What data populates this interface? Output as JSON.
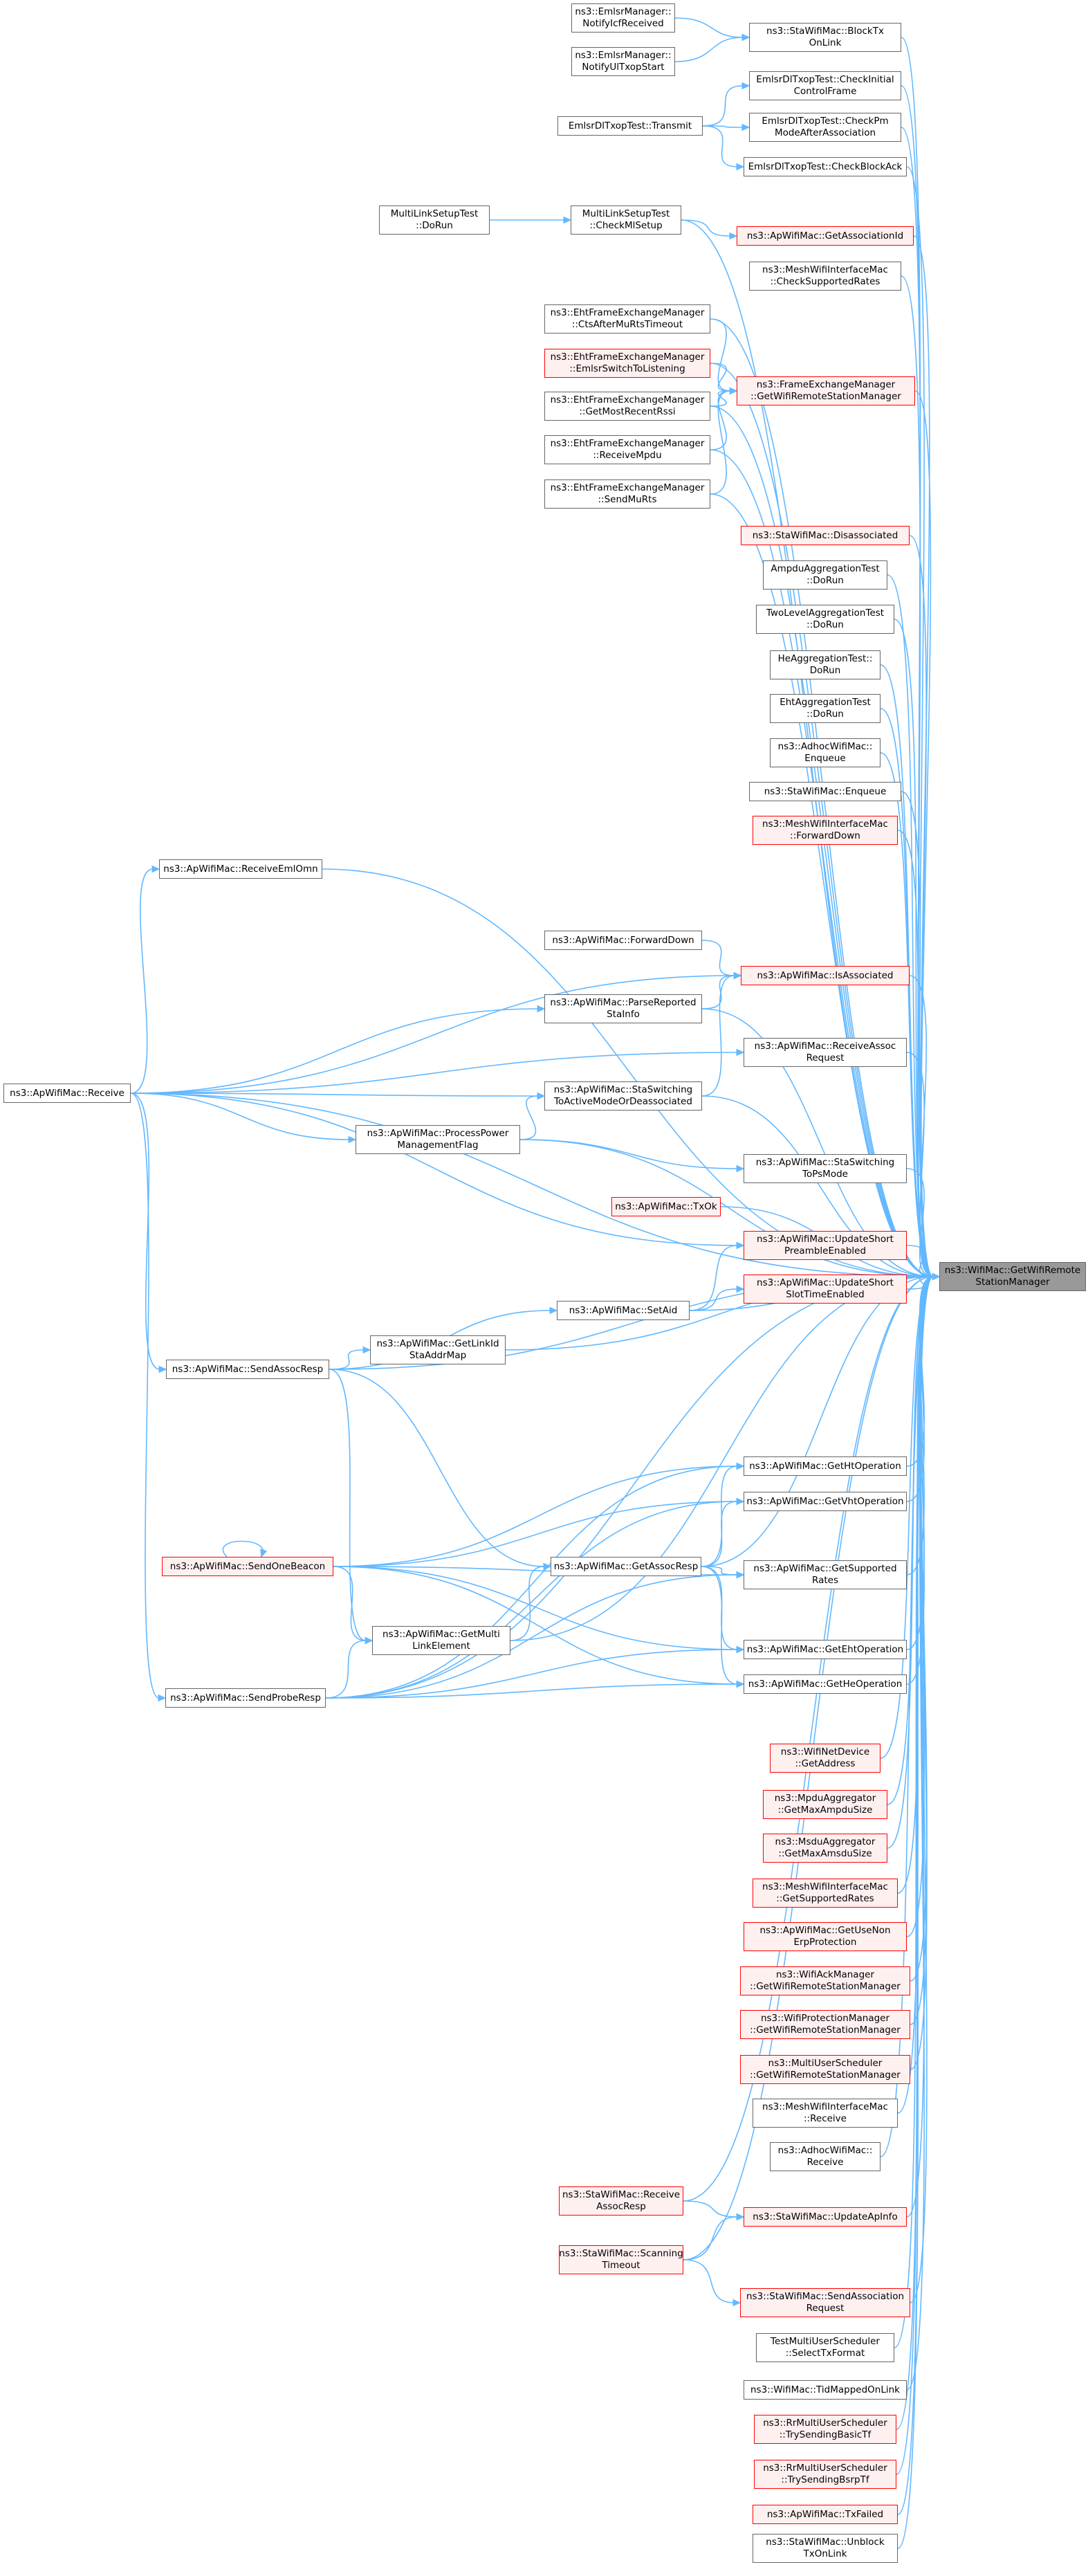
{
  "colors": {
    "edge": "#63b8ff",
    "node_border": "#666666",
    "red_border": "#ff0000",
    "red_fill": "#fff0f0",
    "root_fill": "#999999"
  },
  "root": {
    "id": "root",
    "lines": [
      "ns3::WifiMac::GetWifiRemote",
      "StationManager"
    ]
  },
  "nodes": [
    {
      "id": "n_sta_blocktx",
      "lines": [
        "ns3::StaWifiMac::BlockTx",
        "OnLink"
      ],
      "red": false
    },
    {
      "id": "n_emlsr_notifyicf",
      "lines": [
        "ns3::EmlsrManager::",
        "NotifyIcfReceived"
      ],
      "red": false
    },
    {
      "id": "n_emlsr_notifyul",
      "lines": [
        "ns3::EmlsrManager::",
        "NotifyUlTxopStart"
      ],
      "red": false
    },
    {
      "id": "n_emlsr_checkinitial",
      "lines": [
        "EmlsrDlTxopTest::CheckInitial",
        "ControlFrame"
      ],
      "red": false
    },
    {
      "id": "n_emlsr_checkpm",
      "lines": [
        "EmlsrDlTxopTest::CheckPm",
        "ModeAfterAssociation"
      ],
      "red": false
    },
    {
      "id": "n_emlsr_transmit",
      "lines": [
        "EmlsrDlTxopTest::Transmit"
      ],
      "red": false
    },
    {
      "id": "n_emlsr_checkblockack",
      "lines": [
        "EmlsrDlTxopTest::CheckBlockAck"
      ],
      "red": false
    },
    {
      "id": "n_mls_dorun",
      "lines": [
        "MultiLinkSetupTest",
        "::DoRun"
      ],
      "red": false
    },
    {
      "id": "n_mls_checkml",
      "lines": [
        "MultiLinkSetupTest",
        "::CheckMlSetup"
      ],
      "red": false
    },
    {
      "id": "n_ap_getassocid",
      "lines": [
        "ns3::ApWifiMac::GetAssociationId"
      ],
      "red": true
    },
    {
      "id": "n_mesh_checkrates",
      "lines": [
        "ns3::MeshWifiInterfaceMac",
        "::CheckSupportedRates"
      ],
      "red": false
    },
    {
      "id": "n_eht_cts",
      "lines": [
        "ns3::EhtFrameExchangeManager",
        "::CtsAfterMuRtsTimeout"
      ],
      "red": false
    },
    {
      "id": "n_eht_emlsr",
      "lines": [
        "ns3::EhtFrameExchangeManager",
        "::EmlsrSwitchToListening"
      ],
      "red": true
    },
    {
      "id": "n_fem_getwifi",
      "lines": [
        "ns3::FrameExchangeManager",
        "::GetWifiRemoteStationManager"
      ],
      "red": true
    },
    {
      "id": "n_eht_getrssi",
      "lines": [
        "ns3::EhtFrameExchangeManager",
        "::GetMostRecentRssi"
      ],
      "red": false
    },
    {
      "id": "n_eht_receivempdu",
      "lines": [
        "ns3::EhtFrameExchangeManager",
        "::ReceiveMpdu"
      ],
      "red": false
    },
    {
      "id": "n_eht_sendmurts",
      "lines": [
        "ns3::EhtFrameExchangeManager",
        "::SendMuRts"
      ],
      "red": false
    },
    {
      "id": "n_sta_disassociated",
      "lines": [
        "ns3::StaWifiMac::Disassociated"
      ],
      "red": true
    },
    {
      "id": "n_ampdu_dorun",
      "lines": [
        "AmpduAggregationTest",
        "::DoRun"
      ],
      "red": false
    },
    {
      "id": "n_twolevel_dorun",
      "lines": [
        "TwoLevelAggregationTest",
        "::DoRun"
      ],
      "red": false
    },
    {
      "id": "n_he_dorun",
      "lines": [
        "HeAggregationTest::",
        "DoRun"
      ],
      "red": false
    },
    {
      "id": "n_eht_dorun",
      "lines": [
        "EhtAggregationTest",
        "::DoRun"
      ],
      "red": false
    },
    {
      "id": "n_adhoc_enqueue",
      "lines": [
        "ns3::AdhocWifiMac::",
        "Enqueue"
      ],
      "red": false
    },
    {
      "id": "n_sta_enqueue",
      "lines": [
        "ns3::StaWifiMac::Enqueue"
      ],
      "red": false
    },
    {
      "id": "n_mesh_forwarddown",
      "lines": [
        "ns3::MeshWifiInterfaceMac",
        "::ForwardDown"
      ],
      "red": true
    },
    {
      "id": "n_ap_receiveemlomn",
      "lines": [
        "ns3::ApWifiMac::ReceiveEmlOmn"
      ],
      "red": false
    },
    {
      "id": "n_ap_forwarddown",
      "lines": [
        "ns3::ApWifiMac::ForwardDown"
      ],
      "red": false
    },
    {
      "id": "n_ap_isassociated",
      "lines": [
        "ns3::ApWifiMac::IsAssociated"
      ],
      "red": true
    },
    {
      "id": "n_ap_parsereported",
      "lines": [
        "ns3::ApWifiMac::ParseReported",
        "StaInfo"
      ],
      "red": false
    },
    {
      "id": "n_ap_receiveassoc",
      "lines": [
        "ns3::ApWifiMac::ReceiveAssoc",
        "Request"
      ],
      "red": false
    },
    {
      "id": "n_ap_receive",
      "lines": [
        "ns3::ApWifiMac::Receive"
      ],
      "red": false
    },
    {
      "id": "n_ap_staswitchactive",
      "lines": [
        "ns3::ApWifiMac::StaSwitching",
        "ToActiveModeOrDeassociated"
      ],
      "red": false
    },
    {
      "id": "n_ap_processpower",
      "lines": [
        "ns3::ApWifiMac::ProcessPower",
        "ManagementFlag"
      ],
      "red": false
    },
    {
      "id": "n_ap_staswitchps",
      "lines": [
        "ns3::ApWifiMac::StaSwitching",
        "ToPsMode"
      ],
      "red": false
    },
    {
      "id": "n_ap_txok",
      "lines": [
        "ns3::ApWifiMac::TxOk"
      ],
      "red": true
    },
    {
      "id": "n_ap_updateshortpre",
      "lines": [
        "ns3::ApWifiMac::UpdateShort",
        "PreambleEnabled"
      ],
      "red": true
    },
    {
      "id": "n_ap_updateshortslot",
      "lines": [
        "ns3::ApWifiMac::UpdateShort",
        "SlotTimeEnabled"
      ],
      "red": true
    },
    {
      "id": "n_ap_setaid",
      "lines": [
        "ns3::ApWifiMac::SetAid"
      ],
      "red": false
    },
    {
      "id": "n_ap_getlinkid",
      "lines": [
        "ns3::ApWifiMac::GetLinkId",
        "StaAddrMap"
      ],
      "red": false
    },
    {
      "id": "n_ap_sendassocresp",
      "lines": [
        "ns3::ApWifiMac::SendAssocResp"
      ],
      "red": false
    },
    {
      "id": "n_ap_gethtop",
      "lines": [
        "ns3::ApWifiMac::GetHtOperation"
      ],
      "red": false
    },
    {
      "id": "n_ap_getvhtop",
      "lines": [
        "ns3::ApWifiMac::GetVhtOperation"
      ],
      "red": false
    },
    {
      "id": "n_ap_sendonebeacon",
      "lines": [
        "ns3::ApWifiMac::SendOneBeacon"
      ],
      "red": true
    },
    {
      "id": "n_ap_getassocresp",
      "lines": [
        "ns3::ApWifiMac::GetAssocResp"
      ],
      "red": false
    },
    {
      "id": "n_ap_getsupported",
      "lines": [
        "ns3::ApWifiMac::GetSupported",
        "Rates"
      ],
      "red": false
    },
    {
      "id": "n_ap_getmultilink",
      "lines": [
        "ns3::ApWifiMac::GetMulti",
        "LinkElement"
      ],
      "red": false
    },
    {
      "id": "n_ap_getehtop",
      "lines": [
        "ns3::ApWifiMac::GetEhtOperation"
      ],
      "red": false
    },
    {
      "id": "n_ap_sendproberesp",
      "lines": [
        "ns3::ApWifiMac::SendProbeResp"
      ],
      "red": false
    },
    {
      "id": "n_ap_getheop",
      "lines": [
        "ns3::ApWifiMac::GetHeOperation"
      ],
      "red": false
    },
    {
      "id": "n_wifinet_getaddress",
      "lines": [
        "ns3::WifiNetDevice",
        "::GetAddress"
      ],
      "red": true
    },
    {
      "id": "n_mpdu_getmax",
      "lines": [
        "ns3::MpduAggregator",
        "::GetMaxAmpduSize"
      ],
      "red": true
    },
    {
      "id": "n_msdu_getmax",
      "lines": [
        "ns3::MsduAggregator",
        "::GetMaxAmsduSize"
      ],
      "red": true
    },
    {
      "id": "n_mesh_getrates",
      "lines": [
        "ns3::MeshWifiInterfaceMac",
        "::GetSupportedRates"
      ],
      "red": true
    },
    {
      "id": "n_ap_getusenonerp",
      "lines": [
        "ns3::ApWifiMac::GetUseNon",
        "ErpProtection"
      ],
      "red": true
    },
    {
      "id": "n_wifiack_getwifi",
      "lines": [
        "ns3::WifiAckManager",
        "::GetWifiRemoteStationManager"
      ],
      "red": true
    },
    {
      "id": "n_wifiprot_getwifi",
      "lines": [
        "ns3::WifiProtectionManager",
        "::GetWifiRemoteStationManager"
      ],
      "red": true
    },
    {
      "id": "n_multiuser_getwifi",
      "lines": [
        "ns3::MultiUserScheduler",
        "::GetWifiRemoteStationManager"
      ],
      "red": true
    },
    {
      "id": "n_mesh_receive",
      "lines": [
        "ns3::MeshWifiInterfaceMac",
        "::Receive"
      ],
      "red": false
    },
    {
      "id": "n_adhoc_receive",
      "lines": [
        "ns3::AdhocWifiMac::",
        "Receive"
      ],
      "red": false
    },
    {
      "id": "n_sta_receiveassoc",
      "lines": [
        "ns3::StaWifiMac::Receive",
        "AssocResp"
      ],
      "red": true
    },
    {
      "id": "n_sta_updateapinfo",
      "lines": [
        "ns3::StaWifiMac::UpdateApInfo"
      ],
      "red": true
    },
    {
      "id": "n_sta_scanning",
      "lines": [
        "ns3::StaWifiMac::Scanning",
        "Timeout"
      ],
      "red": true
    },
    {
      "id": "n_sta_sendassoc",
      "lines": [
        "ns3::StaWifiMac::SendAssociation",
        "Request"
      ],
      "red": true
    },
    {
      "id": "n_testmu_select",
      "lines": [
        "TestMultiUserScheduler",
        "::SelectTxFormat"
      ],
      "red": false
    },
    {
      "id": "n_wifimac_tidmapped",
      "lines": [
        "ns3::WifiMac::TidMappedOnLink"
      ],
      "red": false
    },
    {
      "id": "n_rr_basictf",
      "lines": [
        "ns3::RrMultiUserScheduler",
        "::TrySendingBasicTf"
      ],
      "red": true
    },
    {
      "id": "n_rr_bsrptf",
      "lines": [
        "ns3::RrMultiUserScheduler",
        "::TrySendingBsrpTf"
      ],
      "red": true
    },
    {
      "id": "n_ap_txfailed",
      "lines": [
        "ns3::ApWifiMac::TxFailed"
      ],
      "red": true
    },
    {
      "id": "n_sta_unblock",
      "lines": [
        "ns3::StaWifiMac::Unblock",
        "TxOnLink"
      ],
      "red": false
    }
  ],
  "edges": [
    [
      "n_sta_blocktx",
      "root"
    ],
    [
      "n_emlsr_checkinitial",
      "root"
    ],
    [
      "n_emlsr_checkpm",
      "root"
    ],
    [
      "n_emlsr_checkblockack",
      "root"
    ],
    [
      "n_mls_checkml",
      "root"
    ],
    [
      "n_ap_getassocid",
      "root"
    ],
    [
      "n_mesh_checkrates",
      "root"
    ],
    [
      "n_eht_cts",
      "root"
    ],
    [
      "n_eht_emlsr",
      "root"
    ],
    [
      "n_fem_getwifi",
      "root"
    ],
    [
      "n_eht_getrssi",
      "root"
    ],
    [
      "n_eht_receivempdu",
      "root"
    ],
    [
      "n_eht_sendmurts",
      "root"
    ],
    [
      "n_sta_disassociated",
      "root"
    ],
    [
      "n_ampdu_dorun",
      "root"
    ],
    [
      "n_twolevel_dorun",
      "root"
    ],
    [
      "n_he_dorun",
      "root"
    ],
    [
      "n_eht_dorun",
      "root"
    ],
    [
      "n_adhoc_enqueue",
      "root"
    ],
    [
      "n_sta_enqueue",
      "root"
    ],
    [
      "n_mesh_forwarddown",
      "root"
    ],
    [
      "n_ap_receiveemlomn",
      "root"
    ],
    [
      "n_ap_receive",
      "root"
    ],
    [
      "n_ap_isassociated",
      "root"
    ],
    [
      "n_ap_parsereported",
      "root"
    ],
    [
      "n_ap_receiveassoc",
      "root"
    ],
    [
      "n_ap_staswitchactive",
      "root"
    ],
    [
      "n_ap_processpower",
      "root"
    ],
    [
      "n_ap_staswitchps",
      "root"
    ],
    [
      "n_ap_txok",
      "root"
    ],
    [
      "n_ap_updateshortpre",
      "root"
    ],
    [
      "n_ap_updateshortslot",
      "root"
    ],
    [
      "n_ap_setaid",
      "root"
    ],
    [
      "n_ap_getlinkid",
      "root"
    ],
    [
      "n_ap_sendassocresp",
      "root"
    ],
    [
      "n_ap_gethtop",
      "root"
    ],
    [
      "n_ap_getvhtop",
      "root"
    ],
    [
      "n_ap_getassocresp",
      "root"
    ],
    [
      "n_ap_getsupported",
      "root"
    ],
    [
      "n_ap_getmultilink",
      "root"
    ],
    [
      "n_ap_getehtop",
      "root"
    ],
    [
      "n_ap_sendproberesp",
      "root"
    ],
    [
      "n_ap_getheop",
      "root"
    ],
    [
      "n_wifinet_getaddress",
      "root"
    ],
    [
      "n_mpdu_getmax",
      "root"
    ],
    [
      "n_msdu_getmax",
      "root"
    ],
    [
      "n_mesh_getrates",
      "root"
    ],
    [
      "n_ap_getusenonerp",
      "root"
    ],
    [
      "n_wifiack_getwifi",
      "root"
    ],
    [
      "n_wifiprot_getwifi",
      "root"
    ],
    [
      "n_multiuser_getwifi",
      "root"
    ],
    [
      "n_mesh_receive",
      "root"
    ],
    [
      "n_adhoc_receive",
      "root"
    ],
    [
      "n_sta_receiveassoc",
      "root"
    ],
    [
      "n_sta_updateapinfo",
      "root"
    ],
    [
      "n_sta_scanning",
      "root"
    ],
    [
      "n_sta_sendassoc",
      "root"
    ],
    [
      "n_testmu_select",
      "root"
    ],
    [
      "n_wifimac_tidmapped",
      "root"
    ],
    [
      "n_rr_basictf",
      "root"
    ],
    [
      "n_rr_bsrptf",
      "root"
    ],
    [
      "n_ap_txfailed",
      "root"
    ],
    [
      "n_sta_unblock",
      "root"
    ],
    [
      "n_emlsr_notifyicf",
      "n_sta_blocktx"
    ],
    [
      "n_emlsr_notifyul",
      "n_sta_blocktx"
    ],
    [
      "n_emlsr_transmit",
      "n_emlsr_checkinitial"
    ],
    [
      "n_emlsr_transmit",
      "n_emlsr_checkpm"
    ],
    [
      "n_emlsr_transmit",
      "n_emlsr_checkblockack"
    ],
    [
      "n_mls_dorun",
      "n_mls_checkml"
    ],
    [
      "n_mls_checkml",
      "n_ap_getassocid"
    ],
    [
      "n_eht_cts",
      "n_fem_getwifi"
    ],
    [
      "n_eht_emlsr",
      "n_fem_getwifi"
    ],
    [
      "n_eht_getrssi",
      "n_fem_getwifi"
    ],
    [
      "n_eht_receivempdu",
      "n_fem_getwifi"
    ],
    [
      "n_eht_sendmurts",
      "n_fem_getwifi"
    ],
    [
      "n_ap_receive",
      "n_ap_receiveemlomn"
    ],
    [
      "n_ap_receive",
      "n_ap_isassociated"
    ],
    [
      "n_ap_forwarddown",
      "n_ap_isassociated"
    ],
    [
      "n_ap_receive",
      "n_ap_parsereported"
    ],
    [
      "n_ap_parsereported",
      "n_ap_isassociated"
    ],
    [
      "n_ap_receive",
      "n_ap_receiveassoc"
    ],
    [
      "n_ap_receive",
      "n_ap_staswitchactive"
    ],
    [
      "n_ap_staswitchactive",
      "n_ap_isassociated"
    ],
    [
      "n_ap_receive",
      "n_ap_processpower"
    ],
    [
      "n_ap_processpower",
      "n_ap_staswitchactive"
    ],
    [
      "n_ap_processpower",
      "n_ap_staswitchps"
    ],
    [
      "n_ap_receive",
      "n_ap_updateshortpre"
    ],
    [
      "n_ap_setaid",
      "n_ap_updateshortpre"
    ],
    [
      "n_ap_setaid",
      "n_ap_updateshortslot"
    ],
    [
      "n_ap_receive",
      "n_ap_sendassocresp"
    ],
    [
      "n_ap_receive",
      "n_ap_sendproberesp"
    ],
    [
      "n_ap_sendassocresp",
      "n_ap_setaid"
    ],
    [
      "n_ap_sendassocresp",
      "n_ap_getlinkid"
    ],
    [
      "n_ap_sendassocresp",
      "n_ap_getassocresp"
    ],
    [
      "n_ap_sendassocresp",
      "n_ap_getmultilink"
    ],
    [
      "n_ap_sendonebeacon",
      "n_ap_gethtop"
    ],
    [
      "n_ap_sendonebeacon",
      "n_ap_getvhtop"
    ],
    [
      "n_ap_sendonebeacon",
      "n_ap_getsupported"
    ],
    [
      "n_ap_sendonebeacon",
      "n_ap_getmultilink"
    ],
    [
      "n_ap_sendonebeacon",
      "n_ap_getehtop"
    ],
    [
      "n_ap_sendonebeacon",
      "n_ap_getheop"
    ],
    [
      "n_ap_sendonebeacon",
      "n_ap_sendonebeacon"
    ],
    [
      "n_ap_getassocresp",
      "n_ap_gethtop"
    ],
    [
      "n_ap_getassocresp",
      "n_ap_getvhtop"
    ],
    [
      "n_ap_getassocresp",
      "n_ap_getsupported"
    ],
    [
      "n_ap_getassocresp",
      "n_ap_getehtop"
    ],
    [
      "n_ap_getassocresp",
      "n_ap_getheop"
    ],
    [
      "n_ap_getmultilink",
      "n_ap_getassocresp"
    ],
    [
      "n_ap_sendproberesp",
      "n_ap_gethtop"
    ],
    [
      "n_ap_sendproberesp",
      "n_ap_getvhtop"
    ],
    [
      "n_ap_sendproberesp",
      "n_ap_getsupported"
    ],
    [
      "n_ap_sendproberesp",
      "n_ap_getmultilink"
    ],
    [
      "n_ap_sendproberesp",
      "n_ap_getehtop"
    ],
    [
      "n_ap_sendproberesp",
      "n_ap_getheop"
    ],
    [
      "n_sta_receiveassoc",
      "n_sta_updateapinfo"
    ],
    [
      "n_sta_scanning",
      "n_sta_updateapinfo"
    ],
    [
      "n_sta_scanning",
      "n_sta_sendassoc"
    ]
  ]
}
